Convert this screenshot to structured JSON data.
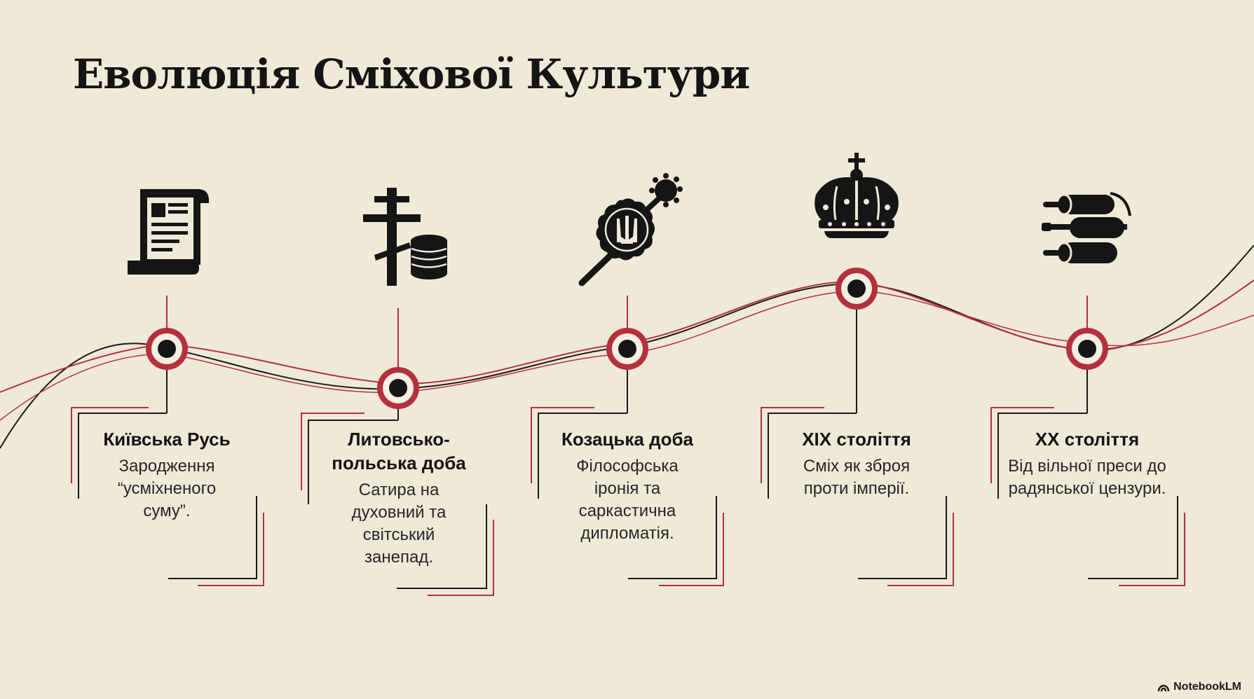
{
  "title": "Еволюція Сміхової Культури",
  "brand": "NotebookLM",
  "colors": {
    "background": "#efe9d8",
    "accent": "#b5303d",
    "ink": "#141414"
  },
  "eras": [
    {
      "title": "Київська Русь",
      "description": "Зародження “усміхненого суму”.",
      "icon": "scroll-document-icon"
    },
    {
      "title": "Литовсько-польська доба",
      "description": "Сатира на духовний та світський занепад.",
      "icon": "orthodox-cross-coins-icon"
    },
    {
      "title": "Козацька доба",
      "description": "Філософська іронія та саркастична дипломатія.",
      "icon": "wax-seal-trident-mace-icon"
    },
    {
      "title": "XIX століття",
      "description": "Сміх як зброя проти імперії.",
      "icon": "imperial-crown-icon"
    },
    {
      "title": "XX століття",
      "description": "Від вільної преси до радянської цензури.",
      "icon": "printing-press-rolls-icon"
    }
  ]
}
